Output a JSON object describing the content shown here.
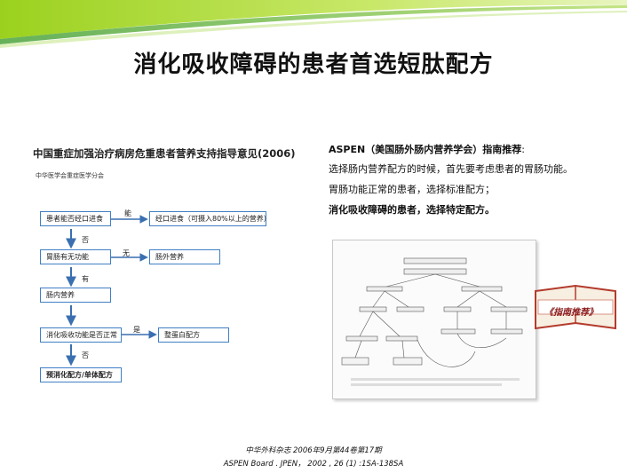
{
  "slide": {
    "title": "消化吸收障碍的患者首选短肽配方",
    "left_panel": {
      "title": "中国重症加强治疗病房危重患者营养支持指导意见(2006)",
      "subtitle": "中华医学会重症医学分会",
      "boxes": {
        "q1": "患者能否经口进食",
        "a1": "经口进食（可摄入80%以上的营养）",
        "q2": "胃肠有无功能",
        "a2": "肠外营养",
        "q3": "肠内营养",
        "q4": "消化吸收功能是否正常",
        "a4": "整蛋白配方",
        "a5": "预消化配方/单体配方"
      },
      "labels": {
        "neng": "能",
        "fou1": "否",
        "wu": "无",
        "you": "有",
        "shi": "是",
        "fou2": "否"
      }
    },
    "right_panel": {
      "heading_bold": "ASPEN（美国肠外肠内营养学会）指南推荐",
      "heading_colon": ":",
      "line1": "选择肠内营养配方的时候，首先要考虑患者的胃肠功能。",
      "line2": "胃肠功能正常的患者，选择标准配方；",
      "line3": "消化吸收障碍的患者，选择特定配方。",
      "book_label": "《指南推荐》"
    },
    "citations": {
      "line1": "中华外科杂志 2006年9月第44卷第17期",
      "line2": "ASPEN Board . JPEN， 2002 , 26 (1) :1SA-138SA"
    }
  }
}
